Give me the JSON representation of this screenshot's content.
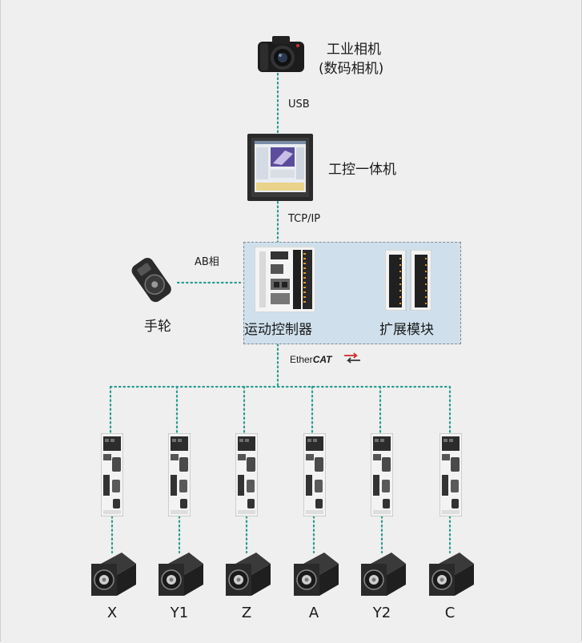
{
  "camera": {
    "label_line1": "工业相机",
    "label_line2": "(数码相机)"
  },
  "links": {
    "usb": "USB",
    "tcpip": "TCP/IP",
    "ab": "AB相"
  },
  "ipc": {
    "label": "工控一体机"
  },
  "handwheel": {
    "label": "手轮"
  },
  "controller": {
    "label": "运动控制器"
  },
  "expansion": {
    "label": "扩展模块"
  },
  "bus": {
    "prefix": "Ether",
    "brand": "CAT"
  },
  "axes": [
    "X",
    "Y1",
    "Z",
    "A",
    "Y2",
    "C"
  ],
  "colors": {
    "dotted_line": "#2a9d8f",
    "box_fill": "#cfe0ec",
    "background": "#efefef"
  }
}
